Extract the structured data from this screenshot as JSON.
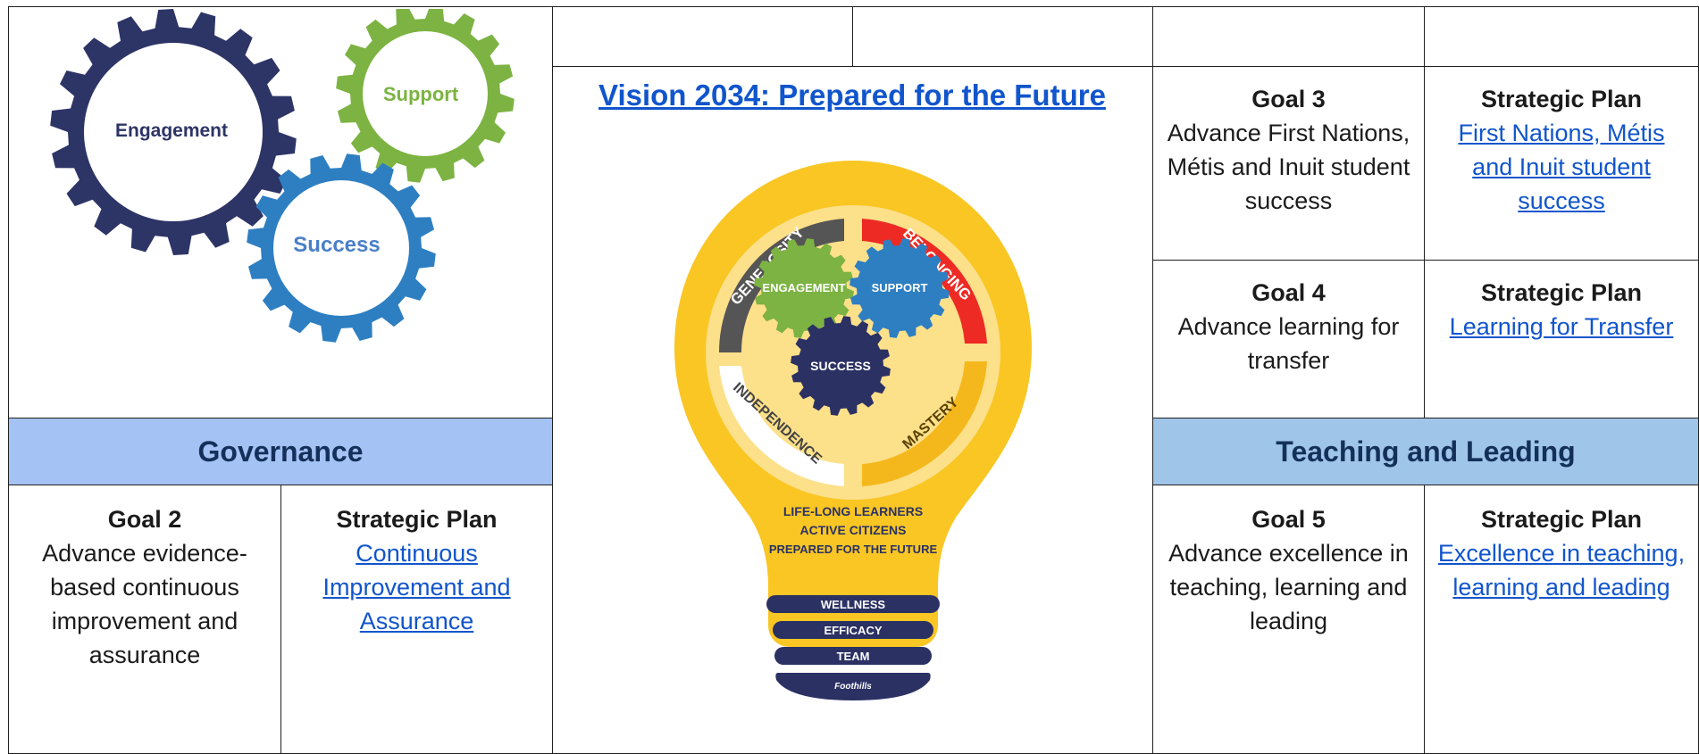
{
  "colors": {
    "governance_header_bg": "#a4c2f4",
    "teaching_header_bg": "#9fc5e8",
    "header_text": "#14305a",
    "link": "#1155cc",
    "gear_navy": "#2d3466",
    "gear_green": "#7cb342",
    "gear_blue": "#2e7fc2",
    "bulb_yellow": "#f9c623",
    "bulb_red": "#ee2a24",
    "bulb_gray": "#555555",
    "bulb_navy": "#2b3163"
  },
  "gears_image": {
    "engagement": "Engagement",
    "support": "Support",
    "success": "Success"
  },
  "governance": {
    "title": "Governance",
    "goal": {
      "heading": "Goal 2",
      "text": "Advance evidence-based continuous improvement and assurance"
    },
    "plan": {
      "heading": "Strategic Plan",
      "link": "Continuous Improvement and Assurance"
    }
  },
  "vision": {
    "title": "Vision 2034: Prepared for the Future",
    "bulb": {
      "quadrants": [
        "GENEROSITY",
        "BELONGING",
        "INDEPENDENCE",
        "MASTERY"
      ],
      "gears": [
        "ENGAGEMENT",
        "SUPPORT",
        "SUCCESS"
      ],
      "lines": [
        "LIFE-LONG LEARNERS",
        "ACTIVE CITIZENS",
        "PREPARED FOR THE FUTURE"
      ],
      "base_bands": [
        "WELLNESS",
        "EFFICACY",
        "TEAM"
      ],
      "logo": "Foothills"
    }
  },
  "goal3": {
    "heading": "Goal 3",
    "text": "Advance First Nations, Métis and Inuit student success",
    "plan_heading": "Strategic Plan",
    "plan_link": "First Nations, Métis and Inuit student success"
  },
  "goal4": {
    "heading": "Goal 4",
    "text": "Advance learning for transfer",
    "plan_heading": "Strategic Plan",
    "plan_link": "Learning for Transfer"
  },
  "teaching": {
    "title": "Teaching and Leading",
    "goal": {
      "heading": "Goal 5",
      "text": "Advance excellence in teaching, learning and leading"
    },
    "plan": {
      "heading": "Strategic Plan",
      "link": "Excellence in teaching, learning and leading"
    }
  }
}
